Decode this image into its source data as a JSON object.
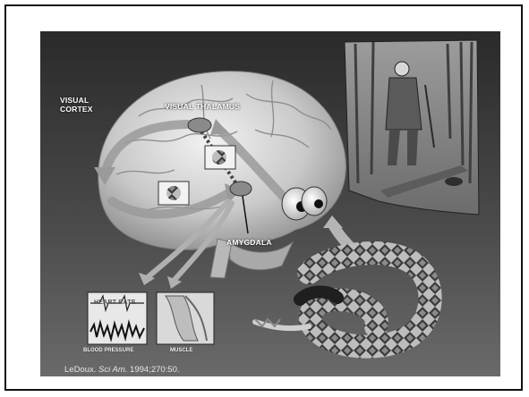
{
  "labels": {
    "visual_cortex_line1": "VISUAL",
    "visual_cortex_line2": "CORTEX",
    "visual_thalamus": "VISUAL THALAMUS",
    "amygdala": "AMYGDALA",
    "heart_rate": "HEART RATE",
    "blood_pressure": "BLOOD PRESSURE",
    "muscle": "MUSCLE"
  },
  "citation": {
    "author": "LeDoux.",
    "journal": "Sci Am.",
    "details": "1994;270:50."
  },
  "colors": {
    "background_dark": "#2a2a2a",
    "brain": "#cfcfcf",
    "arrow": "#9a9a9a"
  }
}
